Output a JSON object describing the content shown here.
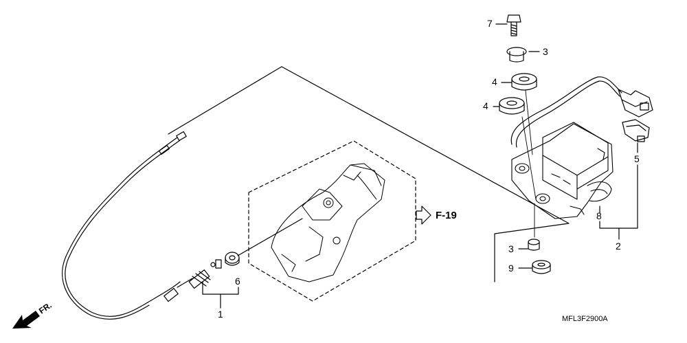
{
  "callouts": {
    "c1": "1",
    "c2": "2",
    "c3a": "3",
    "c3b": "3",
    "c4a": "4",
    "c4b": "4",
    "c5": "5",
    "c6": "6",
    "c7": "7",
    "c8": "8",
    "c9": "9"
  },
  "reference": "F-19",
  "direction": "FR.",
  "diagram_code": "MFL3F2900A"
}
